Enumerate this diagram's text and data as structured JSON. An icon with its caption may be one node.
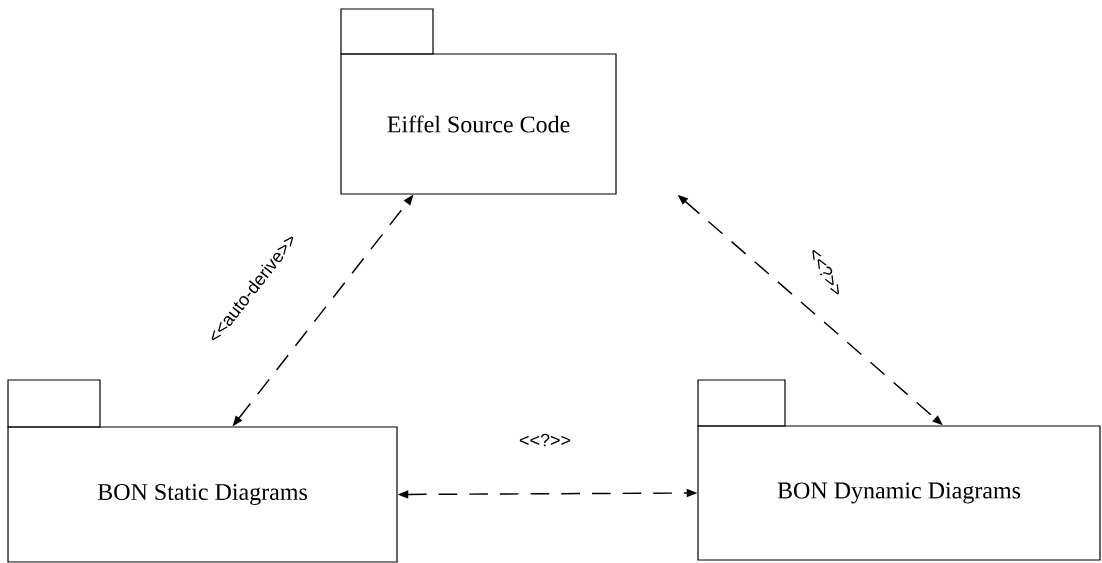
{
  "diagram": {
    "nodes": [
      {
        "text": [
          "Eiffel Source Code"
        ]
      },
      {
        "text": [
          "BON Static Diagrams"
        ]
      },
      {
        "text": [
          "BON Dynamic Diagrams"
        ]
      }
    ],
    "edges": [
      {
        "from": 1,
        "to": 0,
        "arrow": "both",
        "style": "dashed",
        "label": "<<auto-derive>>"
      },
      {
        "from": 0,
        "to": 2,
        "arrow": "both",
        "style": "dashed",
        "label": "<<?>>"
      },
      {
        "from": 1,
        "to": 2,
        "arrow": "both",
        "style": "dashed",
        "label": "<<?>>"
      }
    ]
  }
}
